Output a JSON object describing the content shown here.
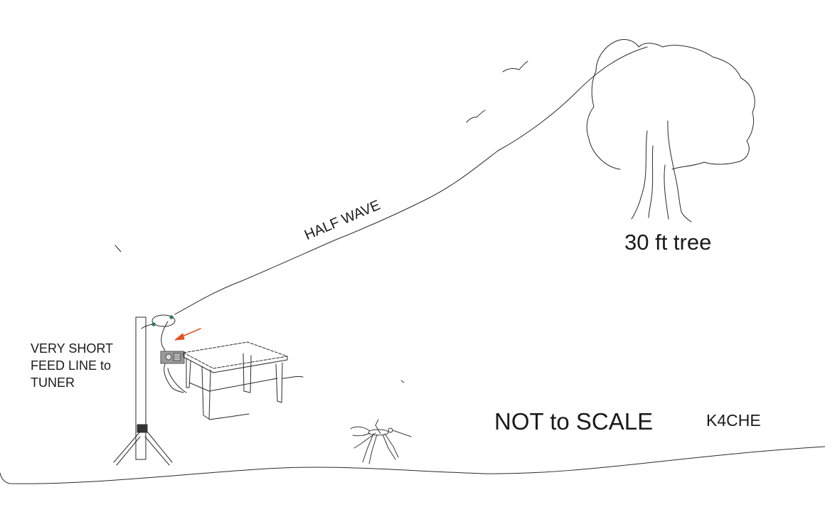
{
  "labels": {
    "wire": "HALF WAVE",
    "tree": "30 ft tree",
    "feed_line": [
      "VERY SHORT",
      "FEED LINE to",
      "TUNER"
    ],
    "scale_note": "NOT to SCALE",
    "callsign": "K4CHE"
  },
  "colors": {
    "line": "#2a2a2a",
    "arrow": "#e2541f",
    "insulator": "#2e7d4f",
    "tuner_body": "#9a9a9a",
    "mast_clamp": "#333333"
  },
  "icons": [
    "tree-icon",
    "bird-icon",
    "table-icon",
    "tuner-icon",
    "mast-icon",
    "mosquito-icon"
  ]
}
